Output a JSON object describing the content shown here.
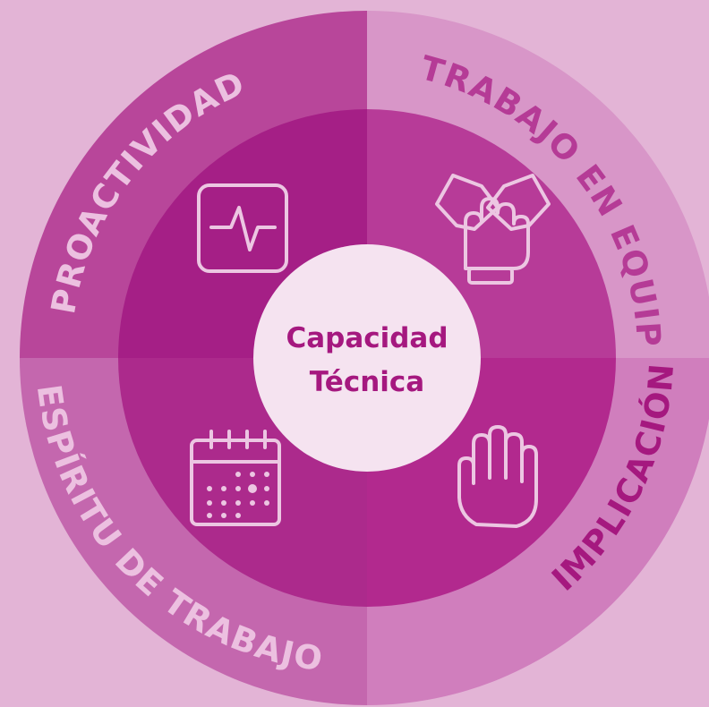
{
  "center": {
    "line1": "Capacidad",
    "line2": "Técnica"
  },
  "segments": [
    {
      "id": "proactividad",
      "label": "PROACTIVIDAD",
      "icon": "activity-pulse-icon",
      "outer_color": "#b8469a",
      "inner_color": "#a51f86"
    },
    {
      "id": "trabajo-en-equipo",
      "label": "TRABAJO EN EQUIPO",
      "icon": "team-hands-icon",
      "outer_color": "#d896c8",
      "inner_color": "#b73b98"
    },
    {
      "id": "implicacion",
      "label": "IMPLICACIÓN",
      "icon": "raised-hand-icon",
      "outer_color": "#d07ebd",
      "inner_color": "#b2298e"
    },
    {
      "id": "espiritu-de-trabajo",
      "label": "ESPÍRITU DE TRABAJO",
      "icon": "calendar-icon",
      "outer_color": "#c467ae",
      "inner_color": "#ac2a8c"
    }
  ],
  "colors": {
    "background": "#e3b4d6",
    "center_circle": "#f5e3f0",
    "center_text": "#a5187f",
    "label_light": "#ecc0e0",
    "label_dark": "#a5187f",
    "icon_stroke": "#ecc6e2"
  }
}
